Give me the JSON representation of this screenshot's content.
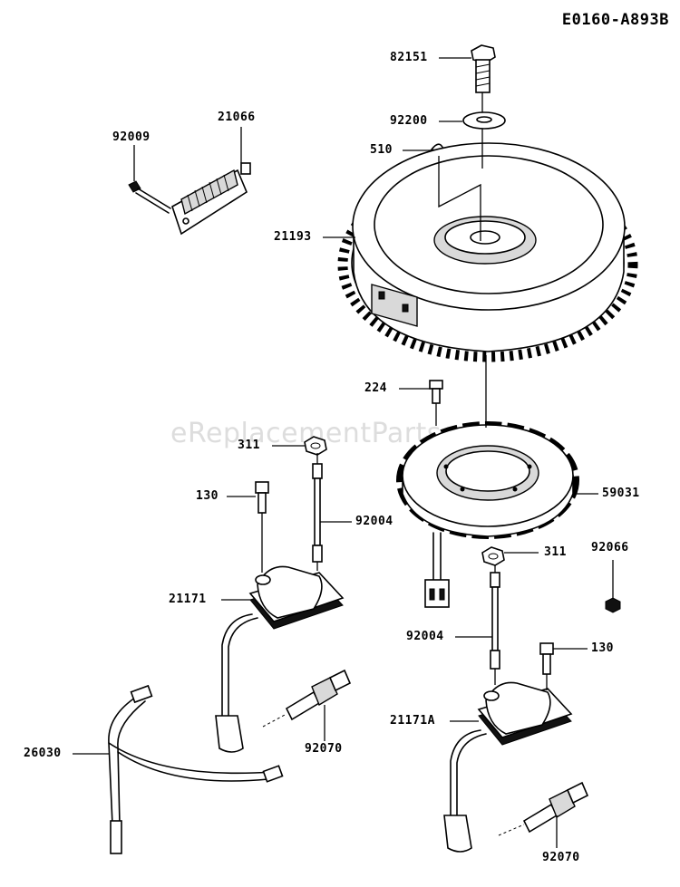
{
  "diagram": {
    "reference_code": "E0160-A893B",
    "watermark": "eReplacementParts.com",
    "callouts": {
      "c82151": "82151",
      "c92200": "92200",
      "c510": "510",
      "c21066": "21066",
      "c92009": "92009",
      "c21193": "21193",
      "c224": "224",
      "c311a": "311",
      "c59031": "59031",
      "c130a": "130",
      "c92004a": "92004",
      "c311b": "311",
      "c92066": "92066",
      "c21171": "21171",
      "c92004b": "92004",
      "c130b": "130",
      "c26030": "26030",
      "c92070a": "92070",
      "c21171a": "21171A",
      "c92070b": "92070"
    }
  }
}
